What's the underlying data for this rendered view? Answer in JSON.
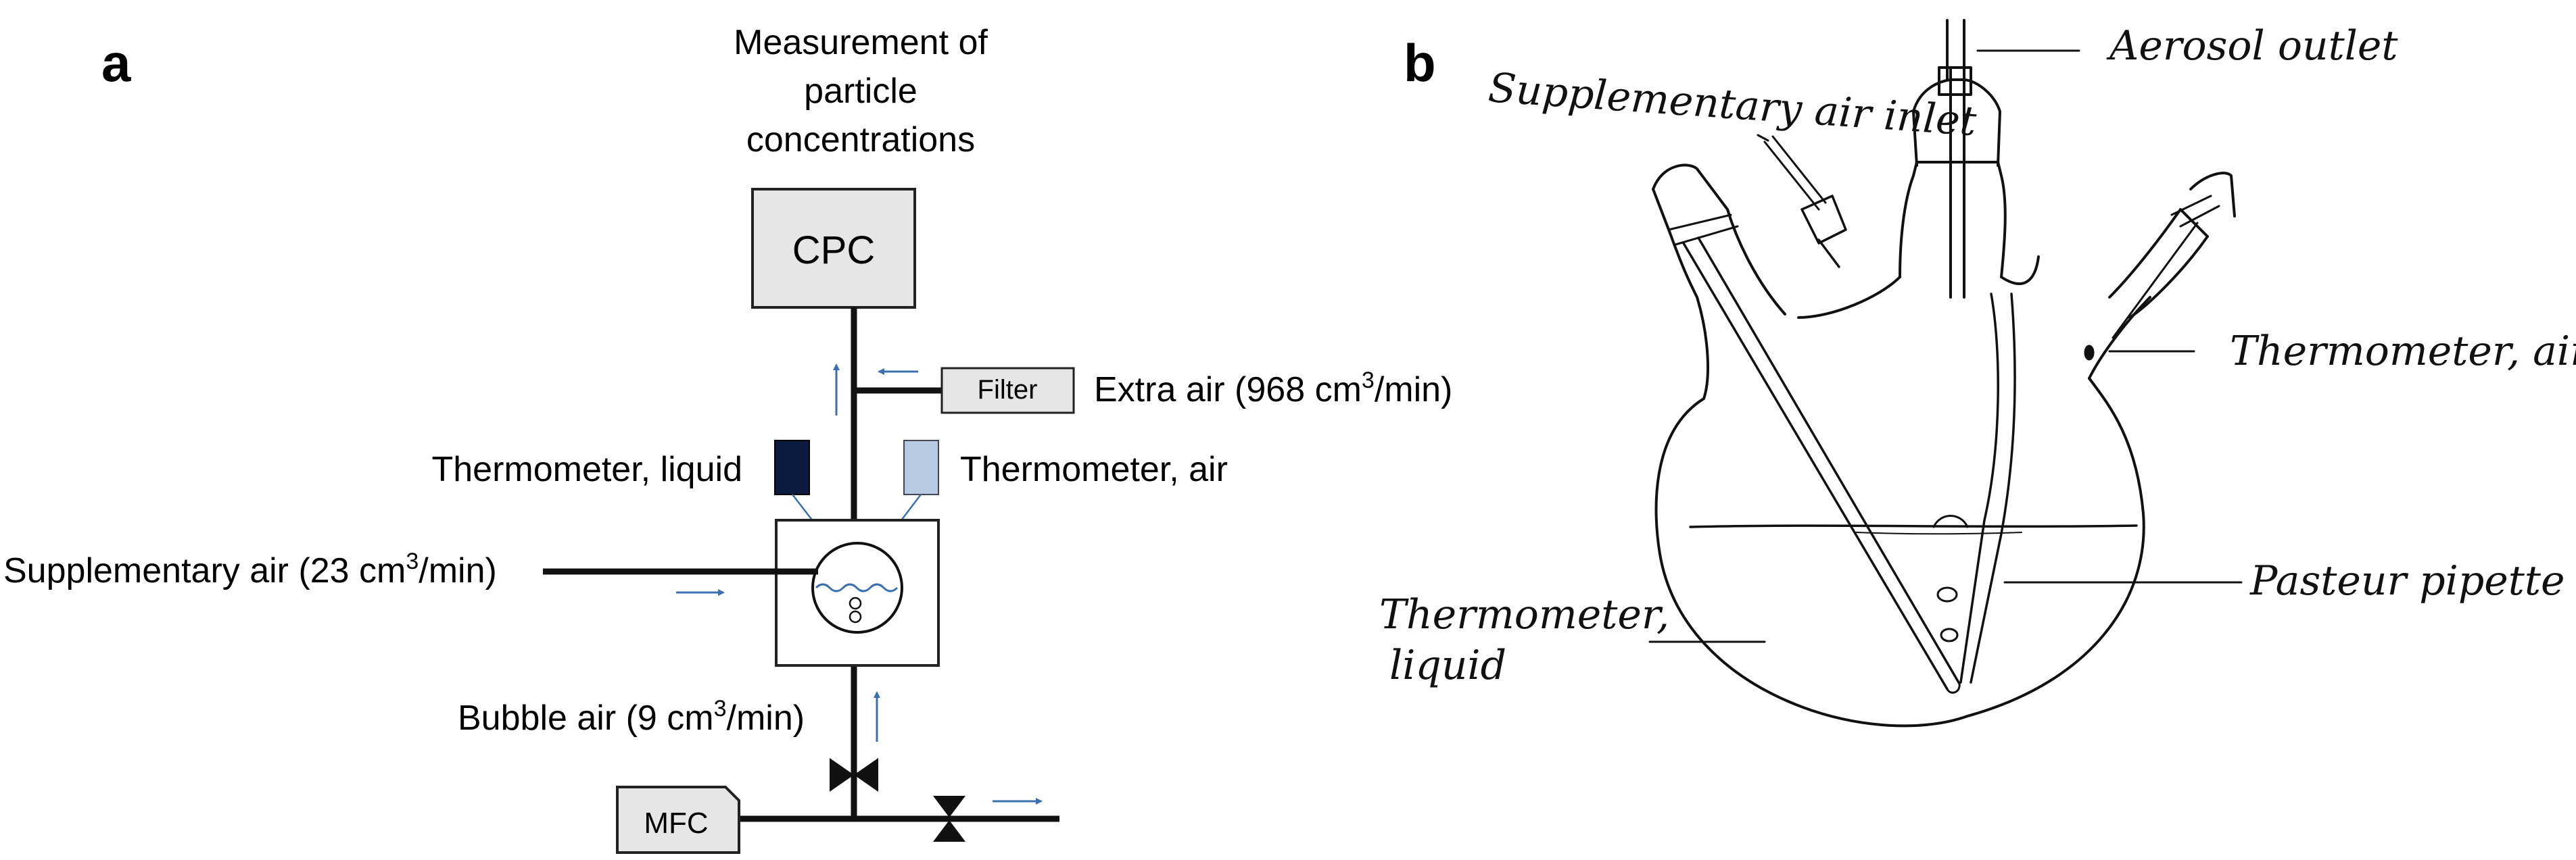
{
  "panel_a": {
    "letter": "a",
    "measurement_lines": [
      "Measurement of",
      "particle",
      "concentrations"
    ],
    "cpc_label": "CPC",
    "filter_label": "Filter",
    "extra_air_prefix": "Extra air (968 cm",
    "extra_air_sup": "3",
    "extra_air_suffix": "/min)",
    "thermometer_liquid": "Thermometer, liquid",
    "thermometer_air": "Thermometer, air",
    "supplementary_prefix": "Supplementary air (23 cm",
    "supplementary_sup": "3",
    "supplementary_suffix": "/min)",
    "bubble_prefix": "Bubble air (9 cm",
    "bubble_sup": "3",
    "bubble_suffix": "/min)",
    "mfc_label": "MFC",
    "colors": {
      "line": "#111111",
      "arrow": "#3b6fb0",
      "thermo_liquid": "#0b1a3e",
      "thermo_air": "#b8c9e2",
      "box_fill": "#e6e6e6"
    }
  },
  "panel_b": {
    "letter": "b",
    "labels": {
      "aerosol_outlet": "Aerosol outlet",
      "supplementary_inlet": "Supplementary air inlet",
      "thermometer_air": "Thermometer, air",
      "pasteur_pipette": "Pasteur pipette",
      "thermometer_liquid_line1": "Thermometer,",
      "thermometer_liquid_line2": "liquid"
    }
  }
}
